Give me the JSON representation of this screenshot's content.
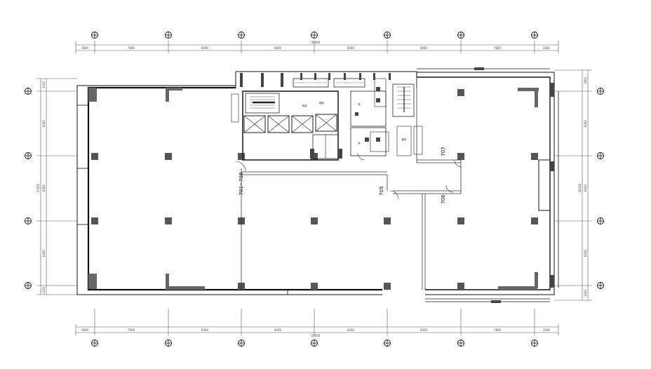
{
  "grid_bubbles": {
    "top": [
      "⊕",
      "⊕",
      "⊕",
      "⊕",
      "⊕",
      "⊕",
      "⊕"
    ],
    "bottom": [
      "⊕",
      "⊕",
      "⊕",
      "⊕",
      "⊕",
      "⊕",
      "⊕"
    ],
    "left": [
      "⊕",
      "⊕",
      "⊕",
      "⊕"
    ],
    "right": [
      "⊕",
      "⊕",
      "⊕",
      "⊕"
    ]
  },
  "dimensions": {
    "top_overall": "54600",
    "top_segments": [
      "3600",
      "7800",
      "8400",
      "8400",
      "8400",
      "8400",
      "7800",
      "3600"
    ],
    "bottom_overall": "54600",
    "bottom_segments": [
      "3600",
      "7800",
      "8400",
      "8400",
      "8400",
      "8400",
      "7800",
      "3600"
    ],
    "left_overall": "27000",
    "left_segments": [
      "1200",
      "8400",
      "8400",
      "8400",
      "1200"
    ],
    "right_overall": "28200",
    "right_segments": [
      "1800",
      "8400",
      "8400",
      "8400",
      "1200"
    ]
  },
  "rooms": {
    "unit_701_708": "701~708",
    "unit_705": "705",
    "unit_706": "706",
    "unit_707": "707",
    "room_a": "前室",
    "room_b": "电梯",
    "room_c": "男",
    "room_d": "女",
    "room_e": "管井"
  }
}
